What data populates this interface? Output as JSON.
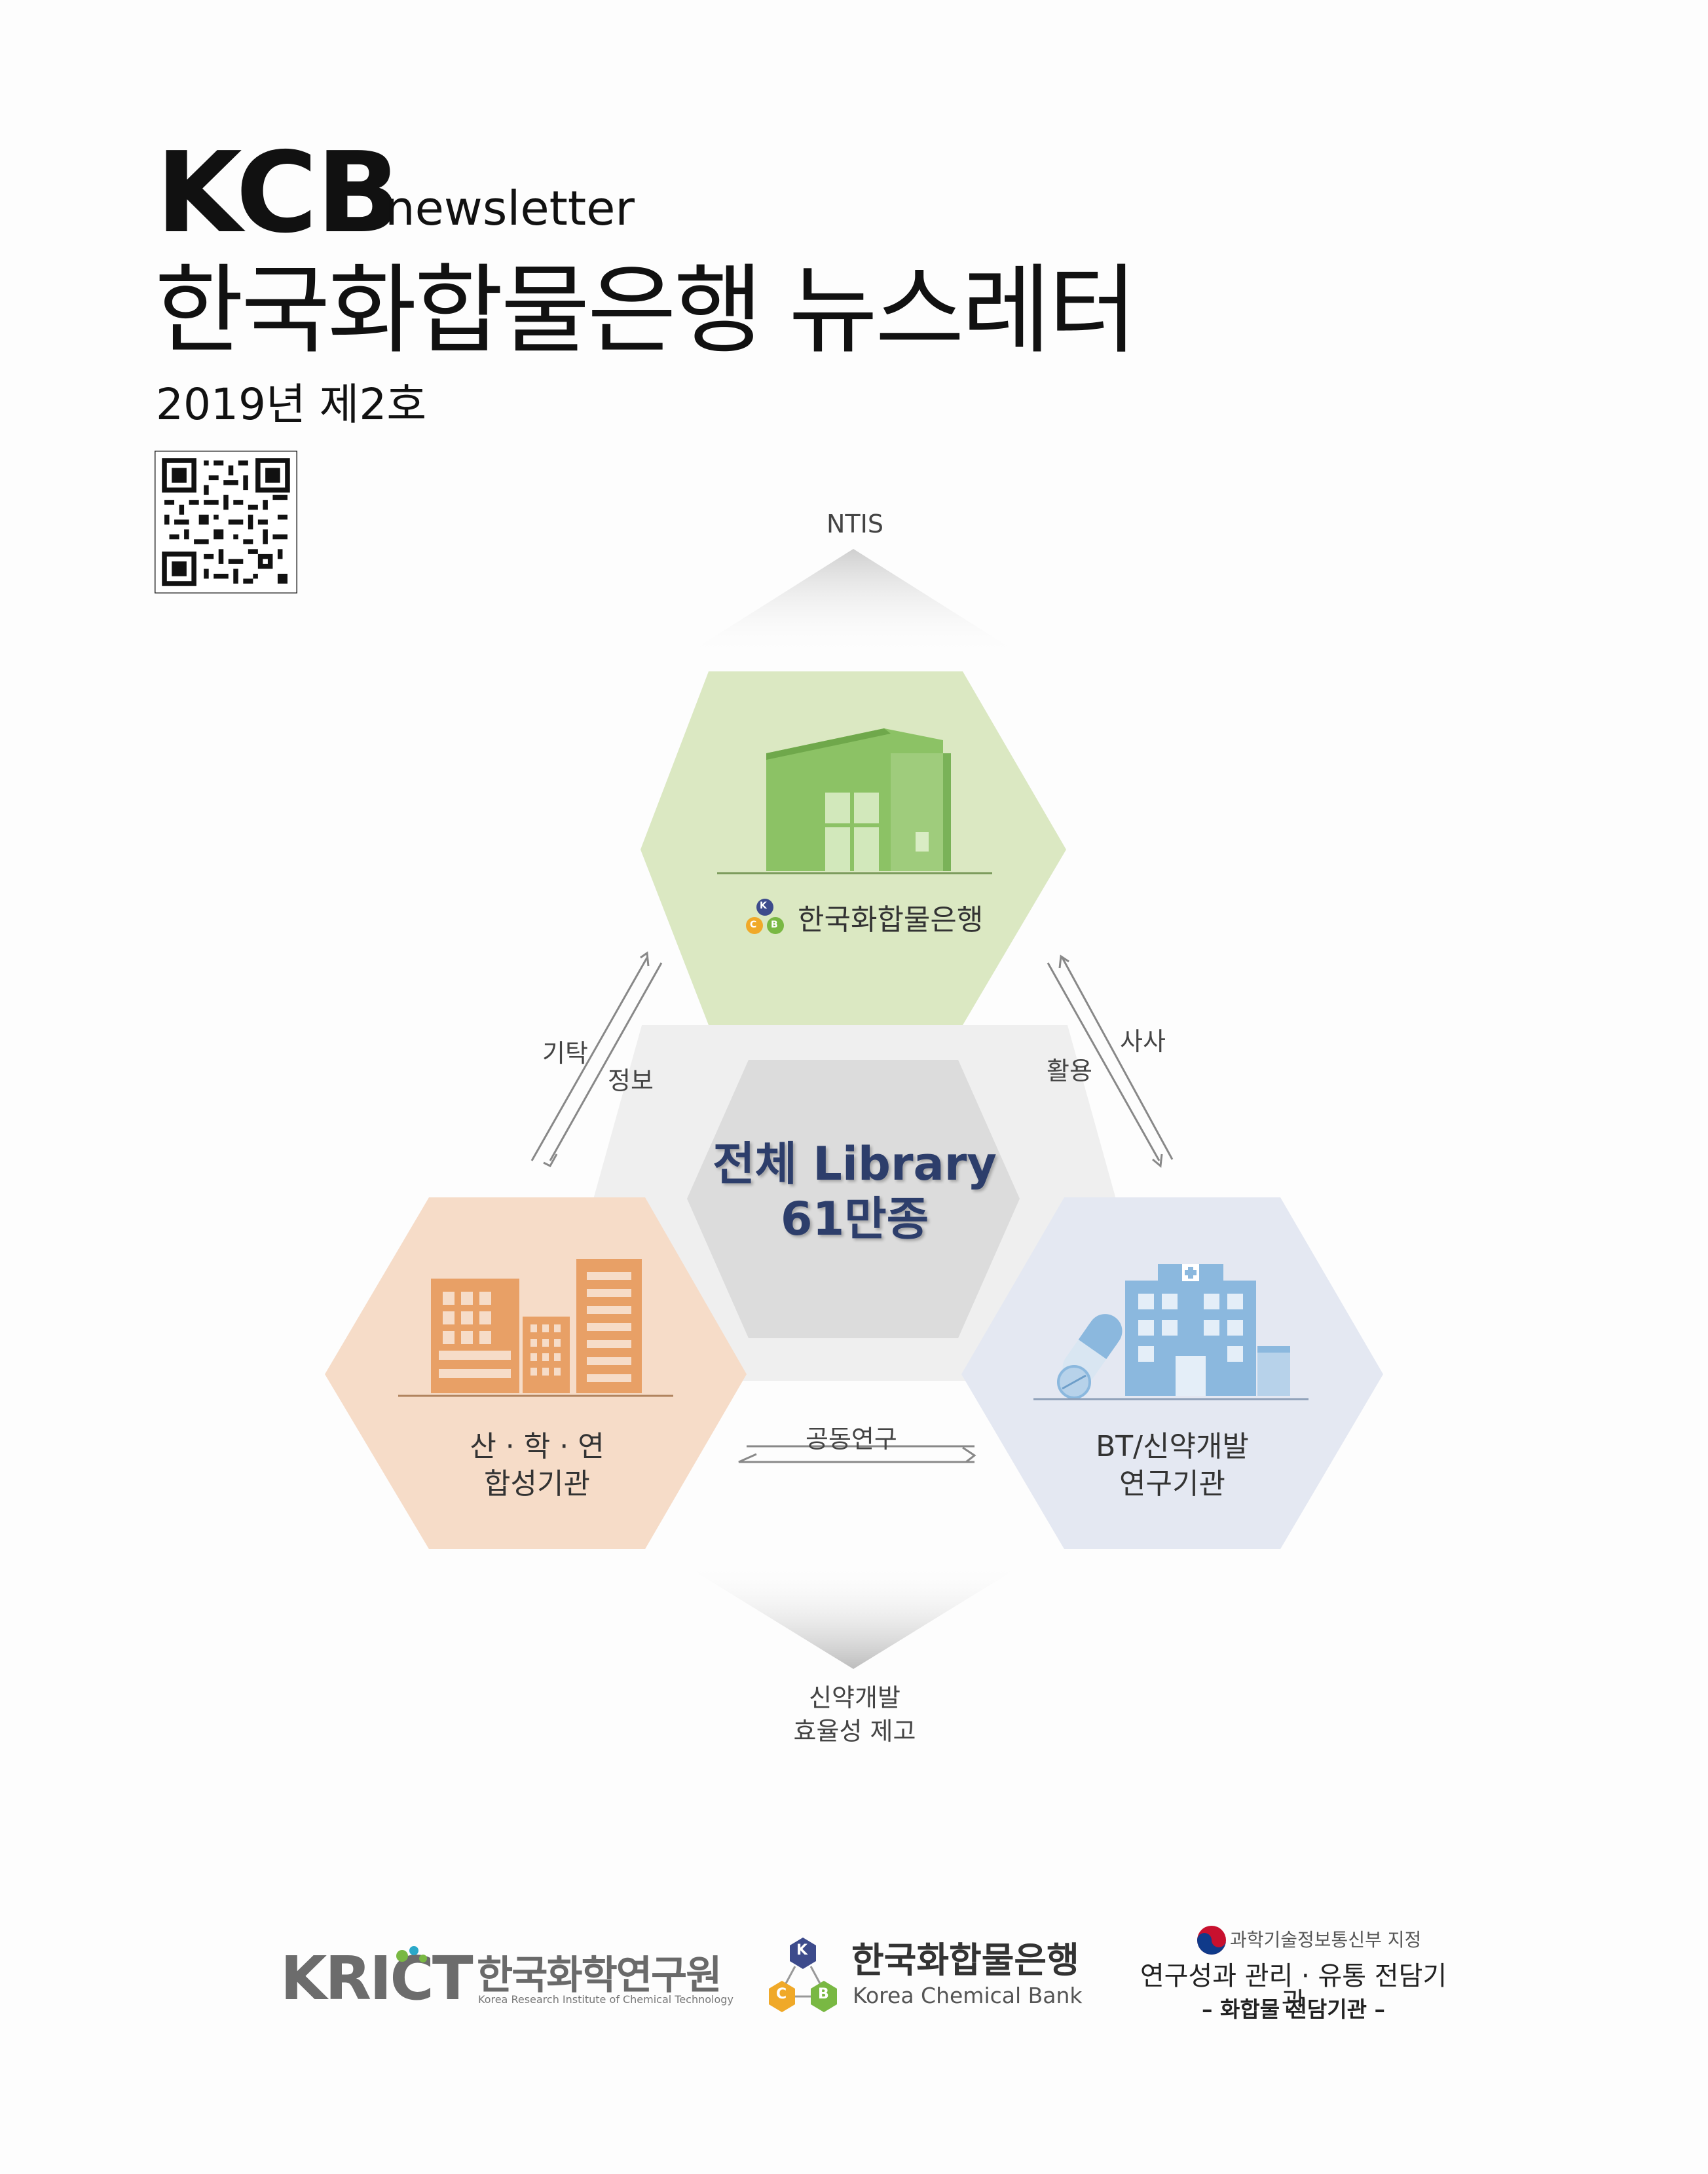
{
  "header": {
    "brand": "KCB",
    "brand_sub": "newsletter",
    "title_ko": "한국화합물은행 뉴스레터",
    "issue": "2019년 제2호"
  },
  "diagram": {
    "top_label": "NTIS",
    "top_hex_label": "한국화합물은행",
    "center_line1": "전체 Library",
    "center_line2": "61만종",
    "left_hex_line1": "산 · 학 · 연",
    "left_hex_line2": "합성기관",
    "right_hex_line1": "BT/신약개발",
    "right_hex_line2": "연구기관",
    "left_arrow_label1": "기탁",
    "left_arrow_label2": "정보",
    "right_arrow_label1": "사사",
    "right_arrow_label2": "활용",
    "bottom_arrow_label": "공동연구",
    "bottom_label_line1": "신약개발",
    "bottom_label_line2": "효율성 제고",
    "logo_letters": [
      "K",
      "C",
      "B"
    ]
  },
  "footer": {
    "krict_logo": "KRICT",
    "krict_name": "한국화학연구원",
    "krict_sub": "Korea Research Institute of Chemical Technology",
    "kcb_title": "한국화합물은행",
    "kcb_sub": "Korea Chemical Bank",
    "ministry": "과학기술정보통신부 지정",
    "center_line": "연구성과 관리 · 유통 전담기관",
    "compound_line": "– 화합물 전담기관 –"
  },
  "colors": {
    "top_hex": "#dbe8c2",
    "left_hex": "#f6dcc8",
    "right_hex": "#e4e8f2",
    "center_hex": "#dcdcdc",
    "center_text": "#2d3e6b",
    "logo_k": "#3d4b8c",
    "logo_c": "#f0a929",
    "logo_b": "#79b843"
  }
}
